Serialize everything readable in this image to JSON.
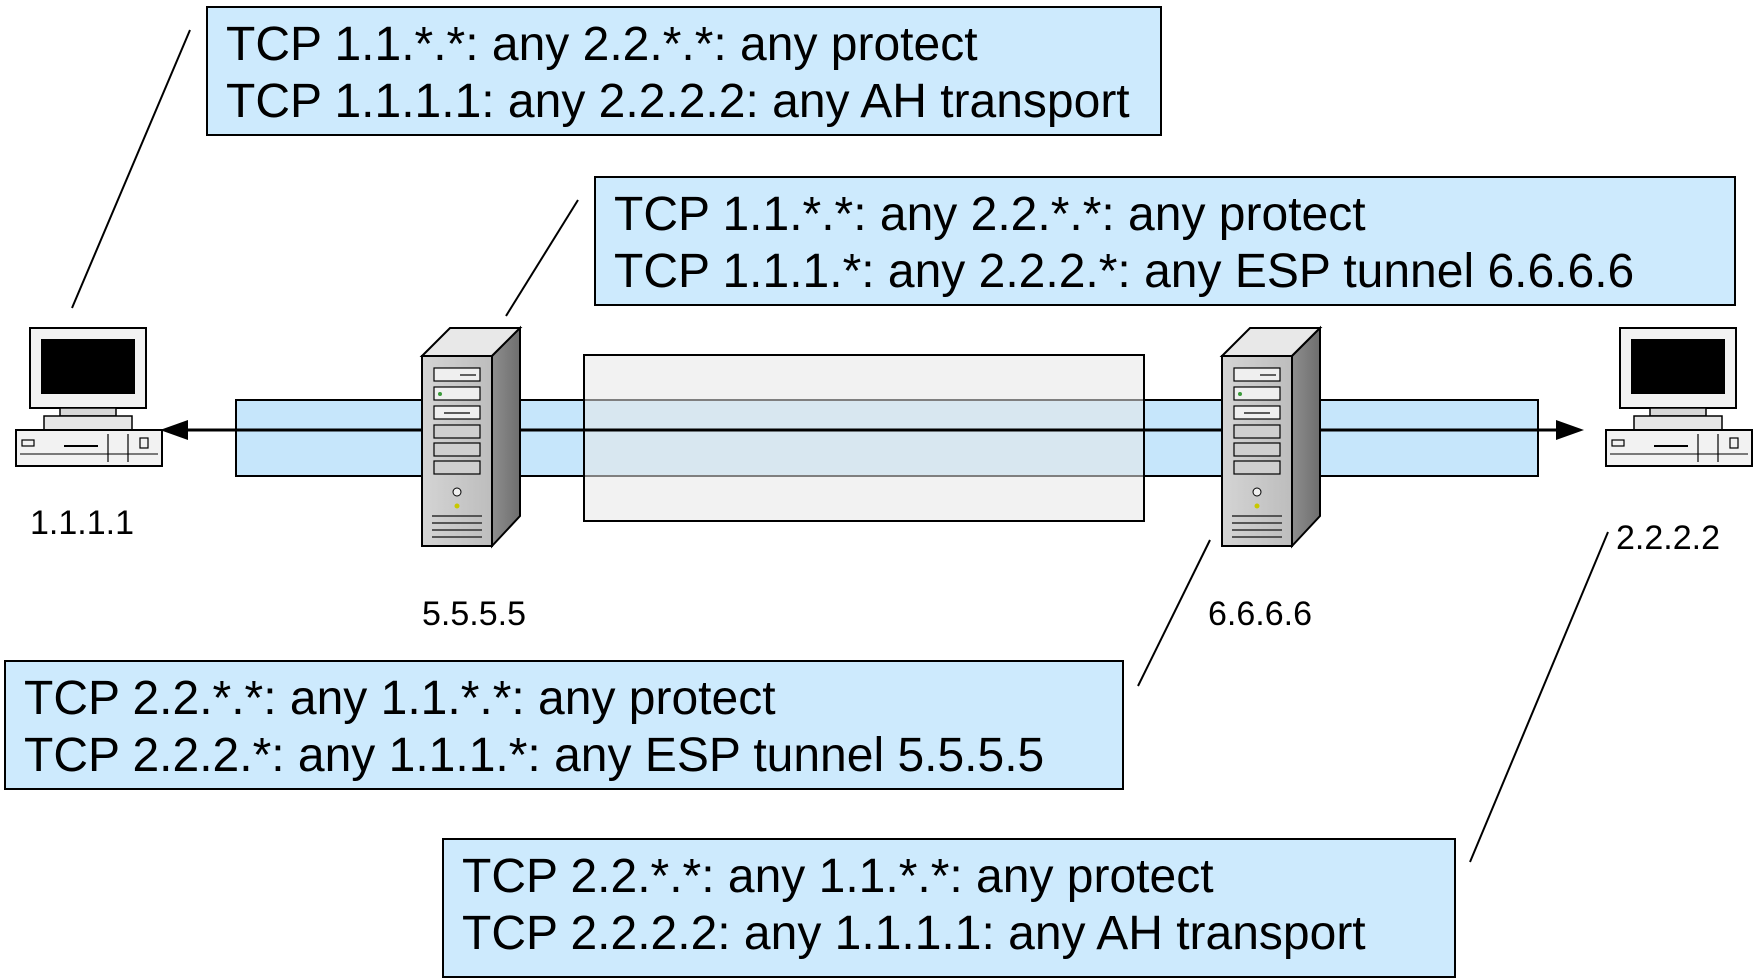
{
  "hosts": {
    "left": {
      "address": "1.1.1.1"
    },
    "right": {
      "address": "2.2.2.2"
    }
  },
  "gateways": {
    "left": {
      "address": "5.5.5.5"
    },
    "right": {
      "address": "6.6.6.6"
    }
  },
  "policies": {
    "host_left": {
      "line1": "TCP 1.1.*.*: any 2.2.*.*: any protect",
      "line2": "TCP 1.1.1.1: any 2.2.2.2: any AH transport"
    },
    "gateway_left": {
      "line1": "TCP 1.1.*.*: any 2.2.*.*: any protect",
      "line2": "TCP 1.1.1.*: any 2.2.2.*: any ESP tunnel 6.6.6.6"
    },
    "gateway_right": {
      "line1": "TCP 2.2.*.*: any 1.1.*.*: any protect",
      "line2": "TCP 2.2.2.*: any 1.1.1.*: any ESP tunnel 5.5.5.5"
    },
    "host_right": {
      "line1": "TCP 2.2.*.*: any 1.1.*.*: any protect",
      "line2": "TCP 2.2.2.2: any 1.1.1.1: any AH transport"
    }
  },
  "colors": {
    "policy_fill": "#cdeafd",
    "transport_band": "#c6e6fb",
    "tunnel_band": "#ececec",
    "outline": "#000000"
  },
  "icons": [
    "desktop-computer-icon",
    "server-tower-icon"
  ]
}
